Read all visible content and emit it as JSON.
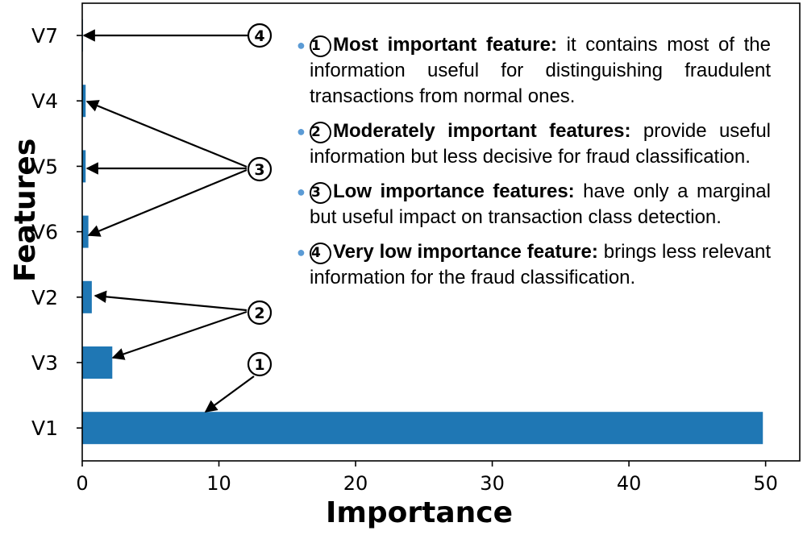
{
  "chart_data": {
    "type": "bar",
    "orientation": "horizontal",
    "categories": [
      "V1",
      "V3",
      "V2",
      "V6",
      "V5",
      "V4",
      "V7"
    ],
    "values": [
      49.8,
      2.2,
      0.7,
      0.45,
      0.25,
      0.25,
      0.05
    ],
    "xlabel": "Importance",
    "ylabel": "Features",
    "xlim": [
      0,
      52.5
    ],
    "xticks": [
      0,
      10,
      20,
      30,
      40,
      50
    ],
    "grid": false,
    "bar_color": "#1f77b4",
    "markers": [
      {
        "label": "4",
        "targets": [
          "V7"
        ]
      },
      {
        "label": "3",
        "targets": [
          "V4",
          "V5",
          "V6"
        ]
      },
      {
        "label": "2",
        "targets": [
          "V2",
          "V3"
        ]
      },
      {
        "label": "1",
        "targets": [
          "V1"
        ]
      }
    ],
    "annotations": [
      {
        "marker": "1",
        "title": "Most important feature:",
        "text": " it contains most of the information useful for distinguishing fraudulent transactions from normal ones."
      },
      {
        "marker": "2",
        "title": "Moderately important features:",
        "text": " provide useful information but less decisive for fraud classification."
      },
      {
        "marker": "3",
        "title": "Low importance features:",
        "text": " have only a marginal but useful impact on transaction class detection."
      },
      {
        "marker": "4",
        "title": "Very low importance feature:",
        "text": " brings less relevant information for the fraud classification."
      }
    ]
  }
}
